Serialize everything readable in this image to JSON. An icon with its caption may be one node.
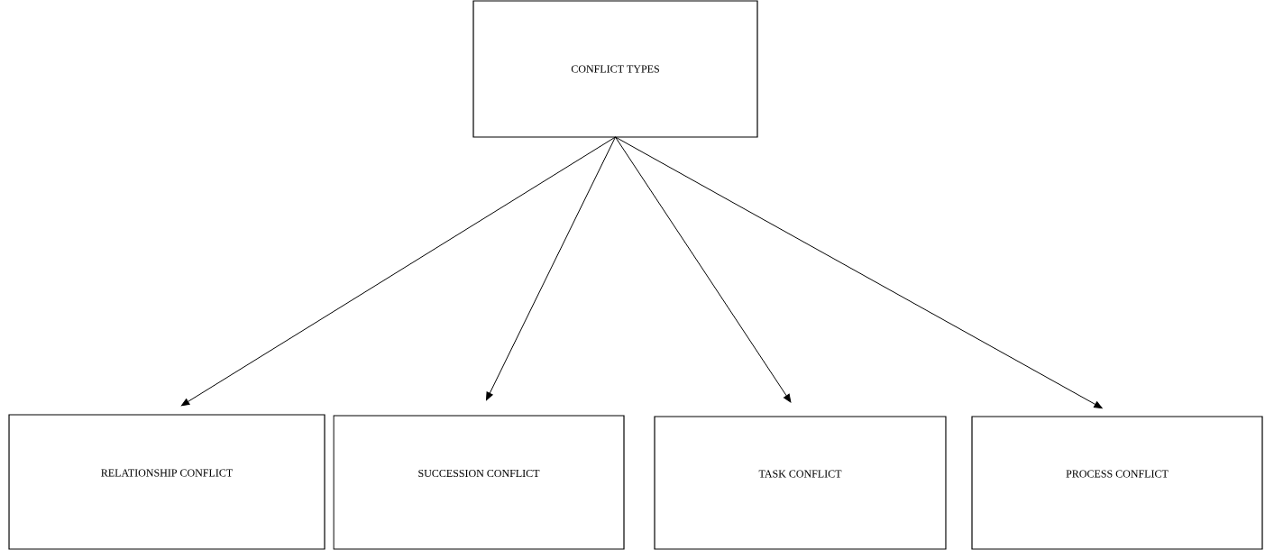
{
  "diagram": {
    "nodes": [
      {
        "text": [
          "CONFLICT TYPES"
        ]
      },
      {
        "text": [
          "RELATIONSHIP CONFLICT"
        ]
      },
      {
        "text": [
          "SUCCESSION CONFLICT"
        ]
      },
      {
        "text": [
          "TASK CONFLICT"
        ]
      },
      {
        "text": [
          "PROCESS CONFLICT"
        ]
      }
    ],
    "edges": [
      {
        "from": 0,
        "to": 1,
        "arrow": "to"
      },
      {
        "from": 0,
        "to": 2,
        "arrow": "to"
      },
      {
        "from": 0,
        "to": 3,
        "arrow": "to"
      },
      {
        "from": 0,
        "to": 4,
        "arrow": "to"
      }
    ]
  }
}
